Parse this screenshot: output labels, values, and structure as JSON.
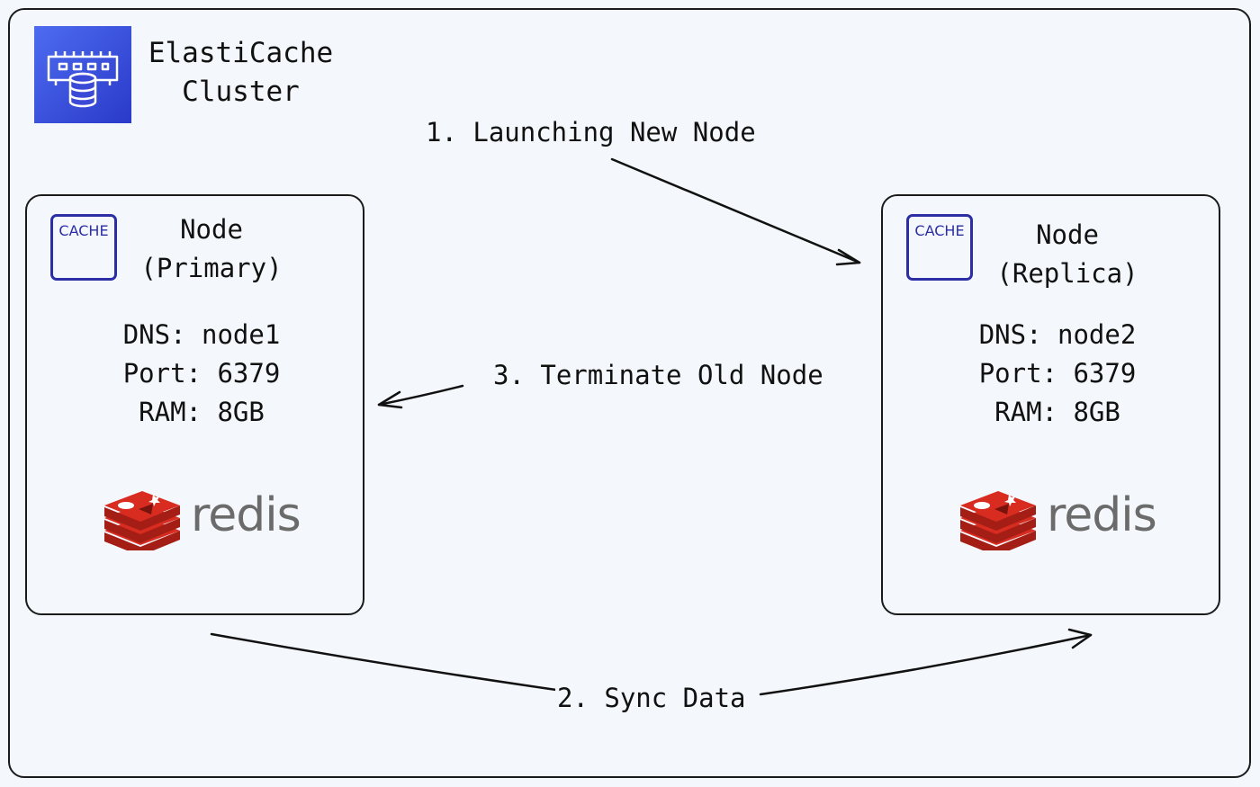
{
  "cluster": {
    "title_line1": "ElastiCache",
    "title_line2": "Cluster",
    "icon": "elasticache-icon",
    "icon_color": "#3b4fe0"
  },
  "nodes": {
    "primary": {
      "badge": "CACHE",
      "title_line1": "Node",
      "title_line2": "(Primary)",
      "dns": "DNS: node1",
      "port": "Port: 6379",
      "ram": "RAM: 8GB",
      "logo_text": "redis"
    },
    "replica": {
      "badge": "CACHE",
      "title_line1": "Node",
      "title_line2": "(Replica)",
      "dns": "DNS: node2",
      "port": "Port: 6379",
      "ram": "RAM: 8GB",
      "logo_text": "redis"
    }
  },
  "steps": {
    "step1": "1. Launching New Node",
    "step2": "2. Sync Data",
    "step3": "3. Terminate Old Node"
  },
  "colors": {
    "redis_red": "#d82c20",
    "badge_blue": "#2c2ea6",
    "background": "#f4f8fc"
  }
}
